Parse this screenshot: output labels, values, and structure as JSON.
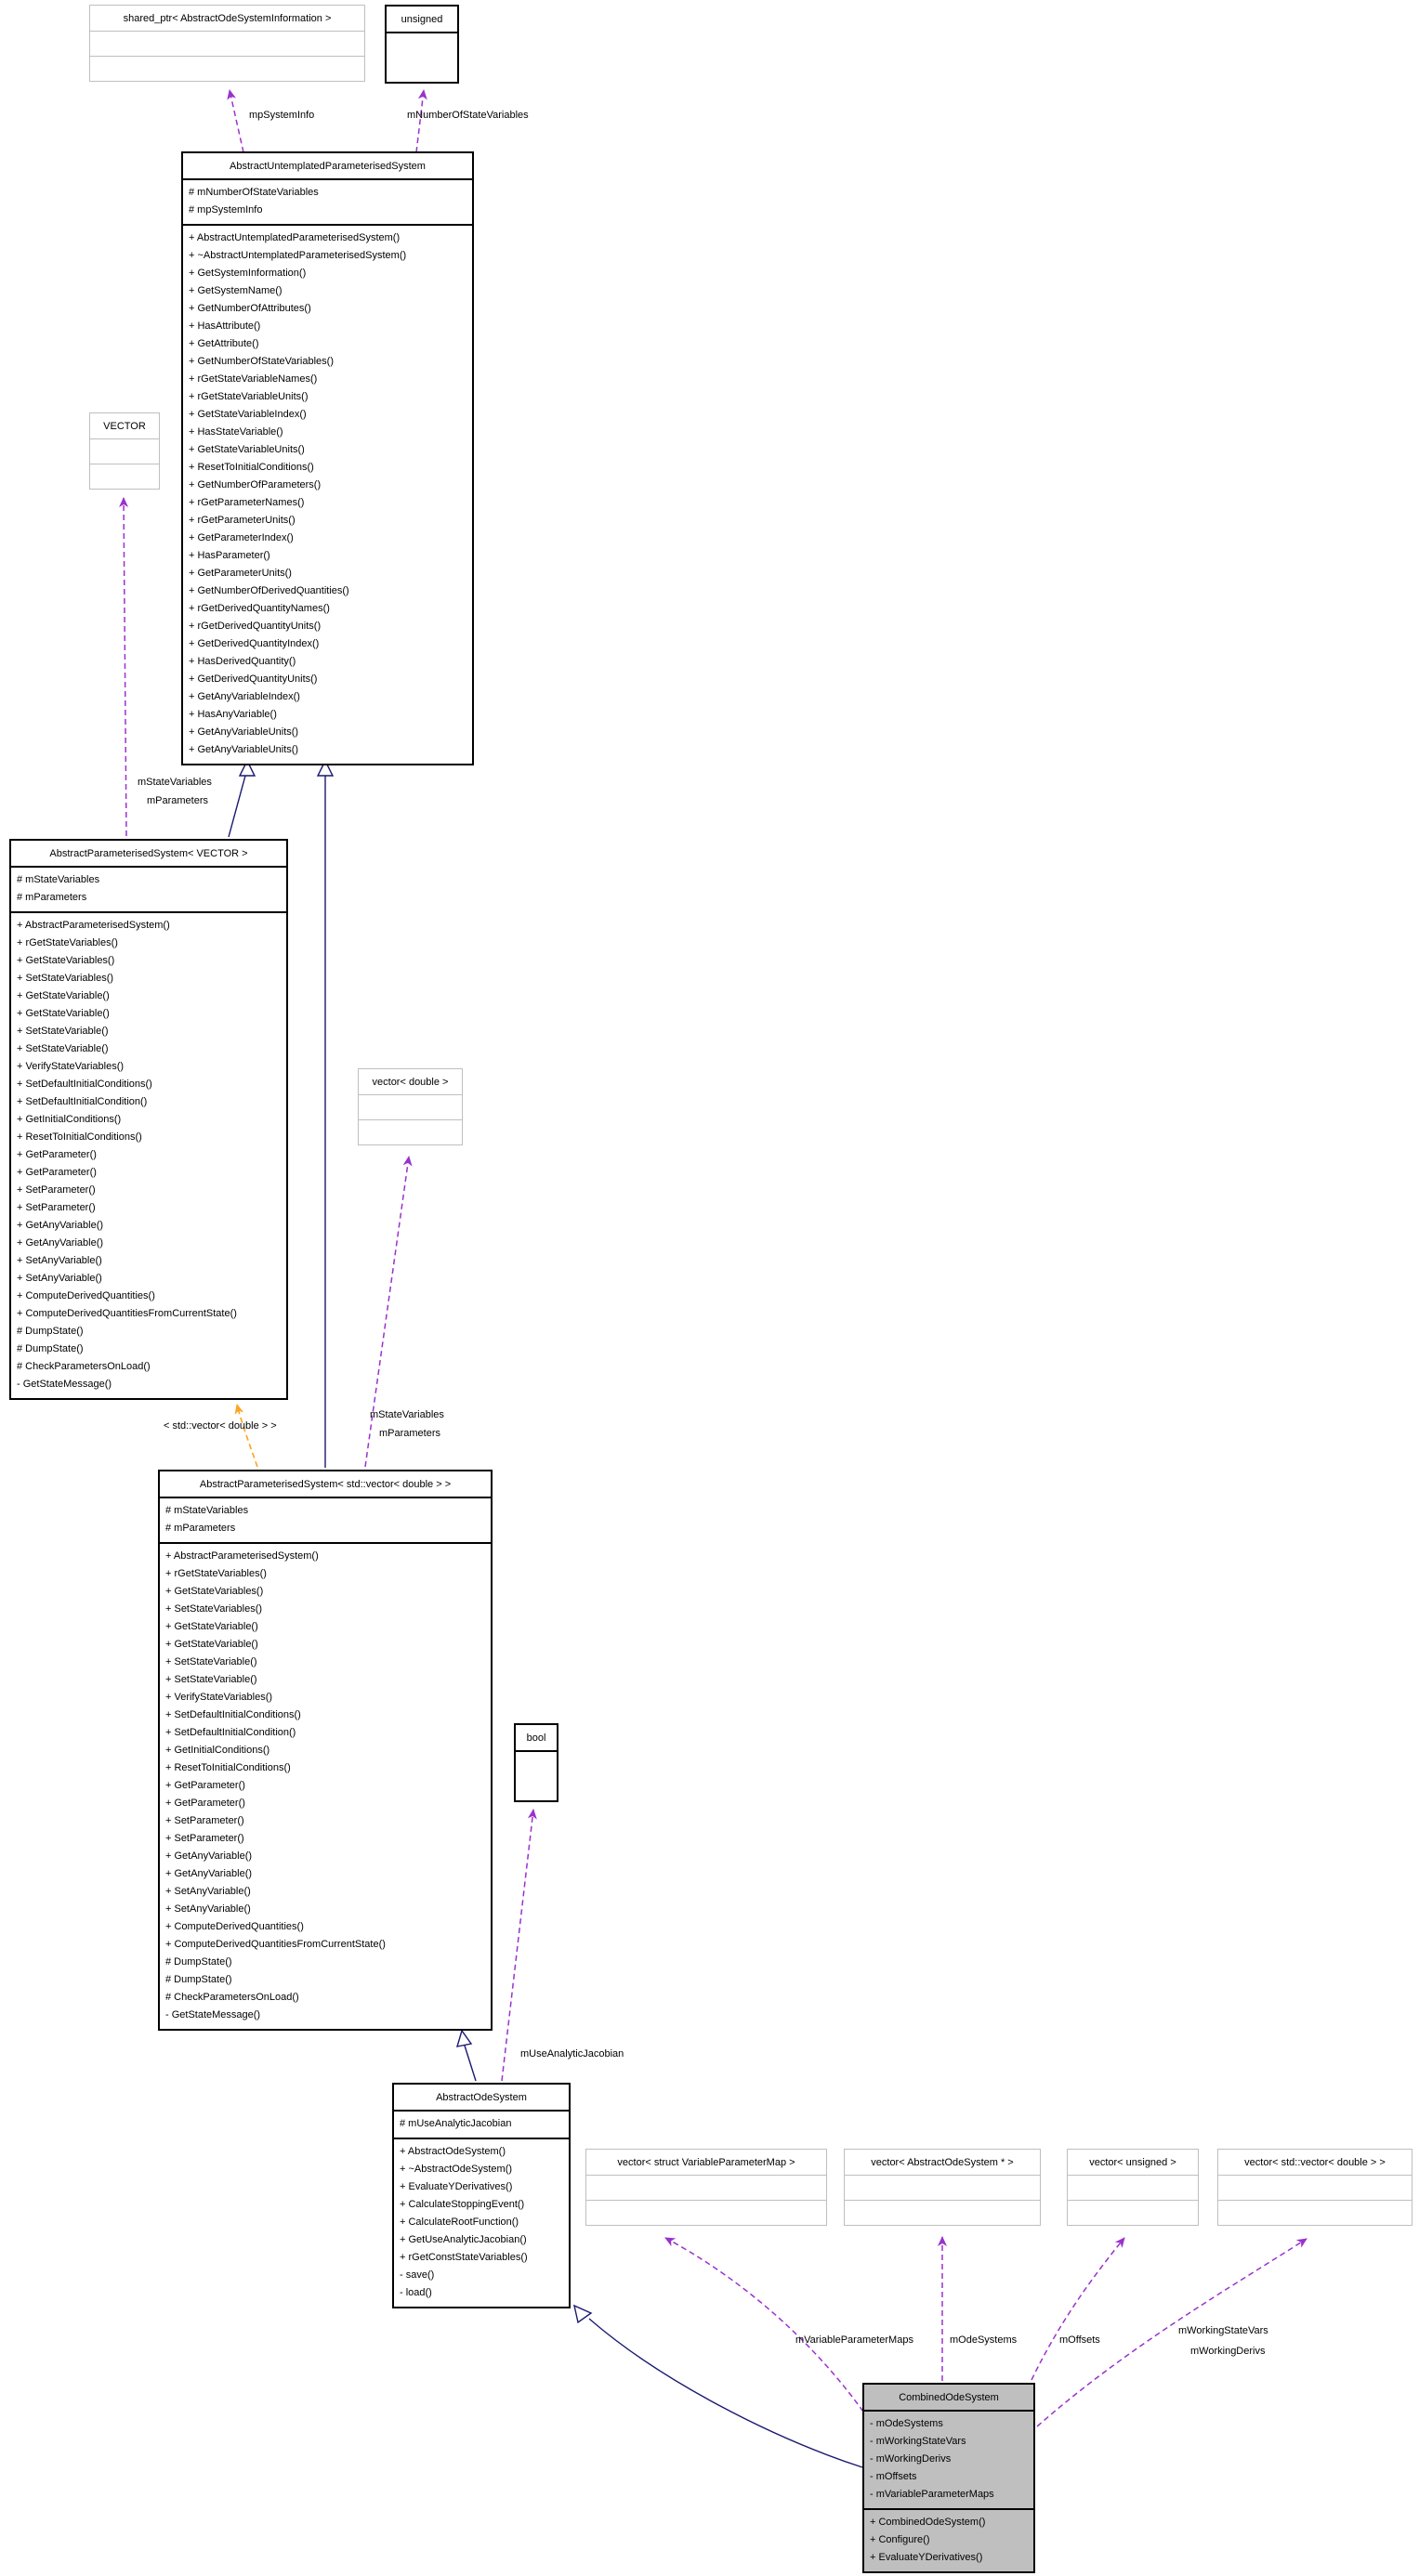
{
  "colors": {
    "inheritance_edge": "#191970",
    "usage_edge": "#9a32cd",
    "template_edge": "#ffa320",
    "node_border_dark": "#000000",
    "node_border_light": "#bfbfbf",
    "highlight_fill": "#bfbfbf",
    "background": "#ffffff"
  },
  "nodes": {
    "shared_ptr_info": {
      "title": "shared_ptr< AbstractOdeSystemInformation >"
    },
    "unsigned_type": {
      "title": "unsigned"
    },
    "untemplated_system": {
      "title": "AbstractUntemplatedParameterisedSystem",
      "attributes": [
        "# mNumberOfStateVariables",
        "# mpSystemInfo"
      ],
      "methods": [
        "+ AbstractUntemplatedParameterisedSystem()",
        "+ ~AbstractUntemplatedParameterisedSystem()",
        "+ GetSystemInformation()",
        "+ GetSystemName()",
        "+ GetNumberOfAttributes()",
        "+ HasAttribute()",
        "+ GetAttribute()",
        "+ GetNumberOfStateVariables()",
        "+ rGetStateVariableNames()",
        "+ rGetStateVariableUnits()",
        "+ GetStateVariableIndex()",
        "+ HasStateVariable()",
        "+ GetStateVariableUnits()",
        "+ ResetToInitialConditions()",
        "+ GetNumberOfParameters()",
        "+ rGetParameterNames()",
        "+ rGetParameterUnits()",
        "+ GetParameterIndex()",
        "+ HasParameter()",
        "+ GetParameterUnits()",
        "+ GetNumberOfDerivedQuantities()",
        "+ rGetDerivedQuantityNames()",
        "+ rGetDerivedQuantityUnits()",
        "+ GetDerivedQuantityIndex()",
        "+ HasDerivedQuantity()",
        "+ GetDerivedQuantityUnits()",
        "+ GetAnyVariableIndex()",
        "+ HasAnyVariable()",
        "+ GetAnyVariableUnits()",
        "+ GetAnyVariableUnits()"
      ]
    },
    "vector_type": {
      "title": "VECTOR"
    },
    "parameterised_vector": {
      "title": "AbstractParameterisedSystem< VECTOR >",
      "attributes": [
        "# mStateVariables",
        "# mParameters"
      ],
      "methods": [
        "+ AbstractParameterisedSystem()",
        "+ rGetStateVariables()",
        "+ GetStateVariables()",
        "+ SetStateVariables()",
        "+ GetStateVariable()",
        "+ GetStateVariable()",
        "+ SetStateVariable()",
        "+ SetStateVariable()",
        "+ VerifyStateVariables()",
        "+ SetDefaultInitialConditions()",
        "+ SetDefaultInitialCondition()",
        "+ GetInitialConditions()",
        "+ ResetToInitialConditions()",
        "+ GetParameter()",
        "+ GetParameter()",
        "+ SetParameter()",
        "+ SetParameter()",
        "+ GetAnyVariable()",
        "+ GetAnyVariable()",
        "+ SetAnyVariable()",
        "+ SetAnyVariable()",
        "+ ComputeDerivedQuantities()",
        "+ ComputeDerivedQuantitiesFromCurrentState()",
        "# DumpState()",
        "# DumpState()",
        "# CheckParametersOnLoad()",
        "- GetStateMessage()"
      ]
    },
    "vector_double": {
      "title": "vector< double >"
    },
    "parameterised_std_vector": {
      "title": "AbstractParameterisedSystem< std::vector< double > >",
      "attributes": [
        "# mStateVariables",
        "# mParameters"
      ],
      "methods": [
        "+ AbstractParameterisedSystem()",
        "+ rGetStateVariables()",
        "+ GetStateVariables()",
        "+ SetStateVariables()",
        "+ GetStateVariable()",
        "+ GetStateVariable()",
        "+ SetStateVariable()",
        "+ SetStateVariable()",
        "+ VerifyStateVariables()",
        "+ SetDefaultInitialConditions()",
        "+ SetDefaultInitialCondition()",
        "+ GetInitialConditions()",
        "+ ResetToInitialConditions()",
        "+ GetParameter()",
        "+ GetParameter()",
        "+ SetParameter()",
        "+ SetParameter()",
        "+ GetAnyVariable()",
        "+ GetAnyVariable()",
        "+ SetAnyVariable()",
        "+ SetAnyVariable()",
        "+ ComputeDerivedQuantities()",
        "+ ComputeDerivedQuantitiesFromCurrentState()",
        "# DumpState()",
        "# DumpState()",
        "# CheckParametersOnLoad()",
        "- GetStateMessage()"
      ]
    },
    "bool_type": {
      "title": "bool"
    },
    "abstract_ode_system": {
      "title": "AbstractOdeSystem",
      "attributes": [
        "# mUseAnalyticJacobian"
      ],
      "methods": [
        "+ AbstractOdeSystem()",
        "+ ~AbstractOdeSystem()",
        "+ EvaluateYDerivatives()",
        "+ CalculateStoppingEvent()",
        "+ CalculateRootFunction()",
        "+ GetUseAnalyticJacobian()",
        "+ rGetConstStateVariables()",
        "- save()",
        "- load()"
      ]
    },
    "vector_variable_parameter_map": {
      "title": "vector< struct VariableParameterMap >"
    },
    "vector_abstract_ode_system_ptr": {
      "title": "vector< AbstractOdeSystem * >"
    },
    "vector_unsigned": {
      "title": "vector< unsigned >"
    },
    "vector_std_vector_double": {
      "title": "vector< std::vector< double > >"
    },
    "combined_ode_system": {
      "title": "CombinedOdeSystem",
      "attributes": [
        "- mOdeSystems",
        "- mWorkingStateVars",
        "- mWorkingDerivs",
        "- mOffsets",
        "- mVariableParameterMaps"
      ],
      "methods": [
        "+ CombinedOdeSystem()",
        "+ Configure()",
        "+ EvaluateYDerivatives()"
      ]
    }
  },
  "edge_labels": {
    "mp_system_info": "mpSystemInfo",
    "m_number_of_state_variables": "mNumberOfStateVariables",
    "m_state_variables": "mStateVariables",
    "m_parameters": "mParameters",
    "template_instantiation": "< std::vector< double > >",
    "m_use_analytic_jacobian": "mUseAnalyticJacobian",
    "m_variable_parameter_maps": "mVariableParameterMaps",
    "m_ode_systems": "mOdeSystems",
    "m_offsets": "mOffsets",
    "m_working_state_vars": "mWorkingStateVars",
    "m_working_derivs": "mWorkingDerivs"
  }
}
